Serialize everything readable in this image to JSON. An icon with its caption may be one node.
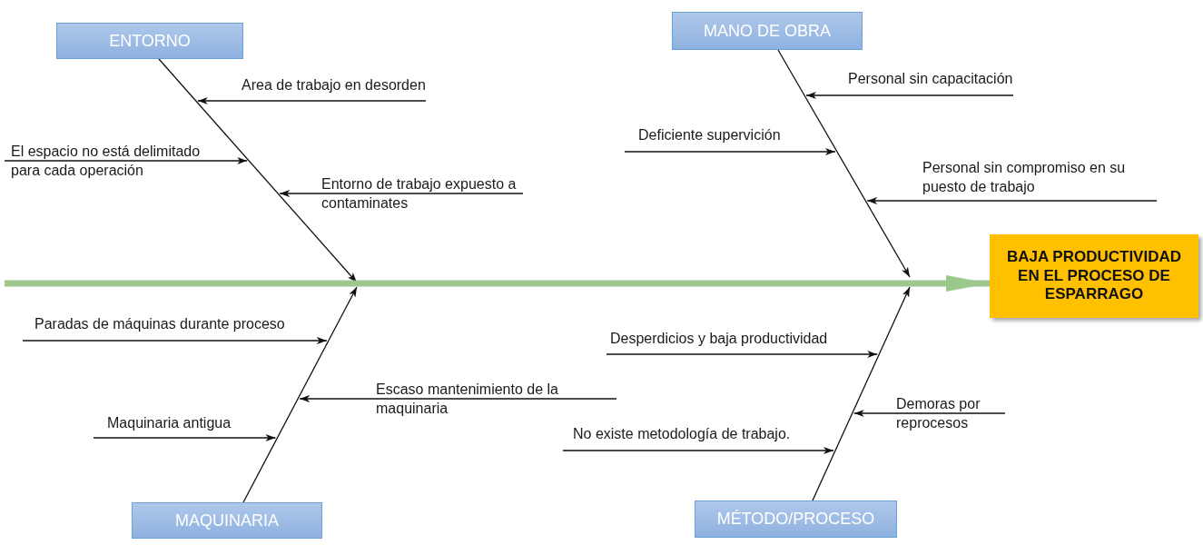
{
  "diagram": {
    "nodes": [
      {
        "text": [
          "ENTORNO"
        ]
      },
      {
        "text": [
          "MANO DE OBRA"
        ]
      },
      {
        "text": [
          "Area de trabajo en desorden"
        ]
      },
      {
        "text": [
          "Personal sin capacitación"
        ]
      },
      {
        "text": [
          "El espacio no está delimitado para cada operación"
        ]
      },
      {
        "text": [
          "Deficiente supervición"
        ]
      },
      {
        "text": [
          "Entorno de trabajo expuesto a contaminates"
        ]
      },
      {
        "text": [
          "Personal sin compromiso en su puesto de trabajo"
        ]
      },
      {
        "text": [
          "BAJA PRODUCTIVIDAD EN EL PROCESO DE ESPARRAGO"
        ]
      },
      {
        "text": [
          "Paradas de máquinas durante proceso"
        ]
      },
      {
        "text": [
          "Desperdicios y baja productividad"
        ]
      },
      {
        "text": [
          "Escaso mantenimiento de la maquinaria"
        ]
      },
      {
        "text": [
          "Demoras por reprocesos"
        ]
      },
      {
        "text": [
          "No existe metodología de trabajo."
        ]
      },
      {
        "text": [
          "Maquinaria antigua"
        ]
      },
      {
        "text": [
          "MAQUINARIA"
        ]
      },
      {
        "text": [
          "MÉTODO/PROCESO"
        ]
      }
    ],
    "edges": [
      {
        "from": 0,
        "to": null,
        "arrow": "to"
      },
      {
        "from": 1,
        "to": null,
        "arrow": "to"
      },
      {
        "from": 15,
        "to": null,
        "arrow": "to"
      },
      {
        "from": 16,
        "to": null,
        "arrow": "to"
      },
      {
        "from": null,
        "to": 8,
        "arrow": "to",
        "style": "thick",
        "color": "#9dc88c"
      },
      {
        "from": 2,
        "to": null,
        "arrow": "to"
      },
      {
        "from": 3,
        "to": null,
        "arrow": "to"
      },
      {
        "from": 4,
        "to": null,
        "arrow": "to"
      },
      {
        "from": 5,
        "to": null,
        "arrow": "to"
      },
      {
        "from": 6,
        "to": null,
        "arrow": "to"
      },
      {
        "from": 7,
        "to": null,
        "arrow": "to"
      },
      {
        "from": 9,
        "to": null,
        "arrow": "to"
      },
      {
        "from": 10,
        "to": null,
        "arrow": "to"
      },
      {
        "from": 11,
        "to": null,
        "arrow": "to"
      },
      {
        "from": 12,
        "to": null,
        "arrow": "to"
      },
      {
        "from": 13,
        "to": null,
        "arrow": "to"
      },
      {
        "from": 14,
        "to": null,
        "arrow": "to"
      }
    ]
  }
}
